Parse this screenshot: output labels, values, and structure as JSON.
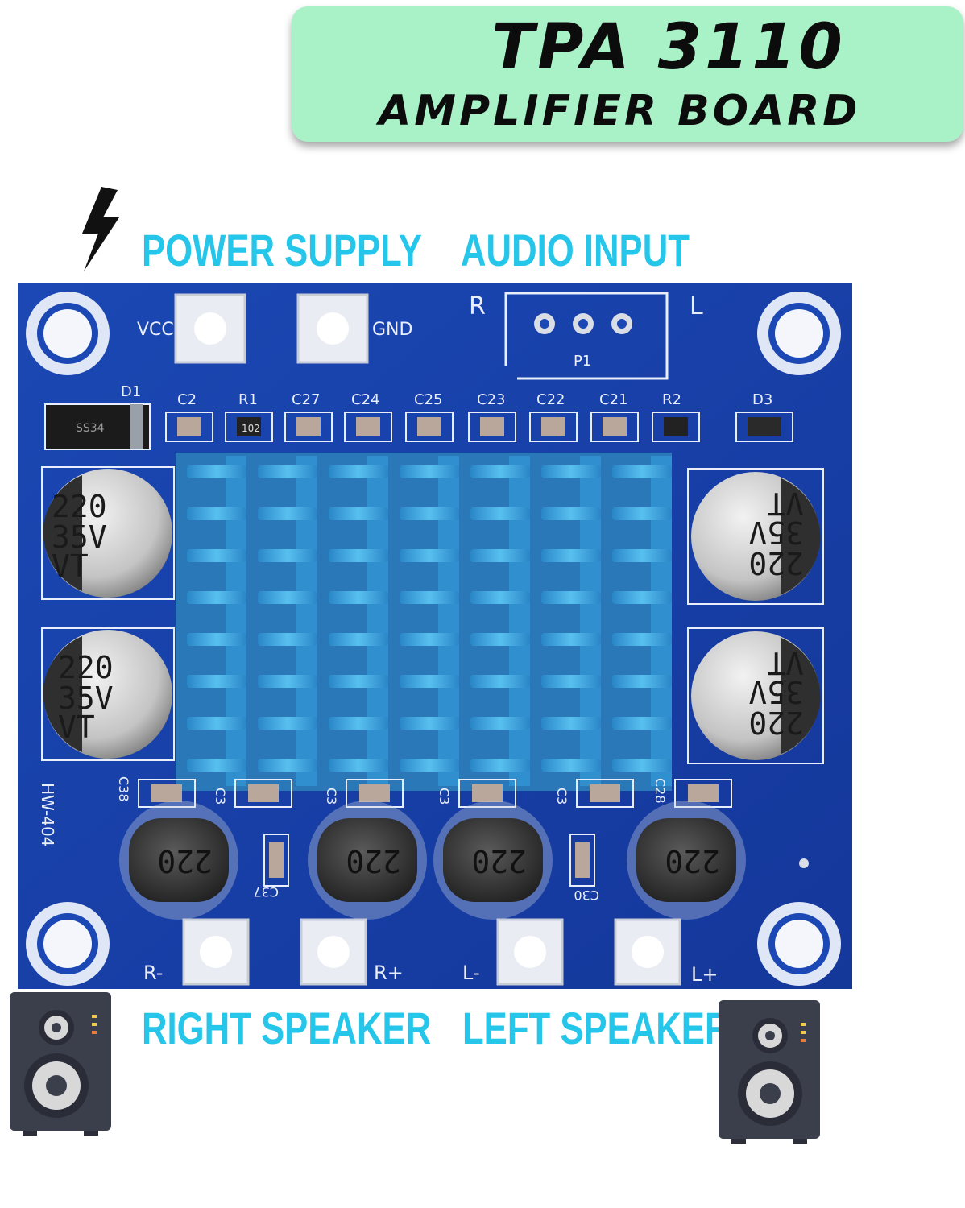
{
  "banner": {
    "line1": "TPA 3110",
    "line2": "AMPLIFIER BOARD"
  },
  "labels": {
    "power_supply": "POWER SUPPLY",
    "audio_input": "AUDIO INPUT",
    "right_speaker": "RIGHT SPEAKER",
    "left_speaker": "LEFT SPEAKER"
  },
  "board": {
    "terminals_top": [
      "VCC",
      "GND"
    ],
    "channel_left": "L",
    "channel_right": "R",
    "input_connector": "P1",
    "model": "HW-404",
    "diodes": [
      "D1",
      "D3"
    ],
    "diode_marking": "SS34",
    "smd_row": [
      "C2",
      "R1",
      "C27",
      "C24",
      "C25",
      "C23",
      "C22",
      "C21",
      "R2"
    ],
    "resistor_marking": "102",
    "capacitor_lines": [
      "220",
      "35V",
      "VT"
    ],
    "inductor_value": "220",
    "bottom_caps": [
      "C38",
      "C3",
      "C3",
      "C3",
      "C3",
      "C28"
    ],
    "mid_caps": [
      "C37",
      "C30"
    ],
    "terminals_bottom": [
      "R-",
      "R+",
      "L-",
      "L+"
    ]
  },
  "colors": {
    "banner": "#a9f2c8",
    "label": "#25c6ea",
    "board": "#1a3fa6",
    "heatsink": "#3fa6de"
  }
}
